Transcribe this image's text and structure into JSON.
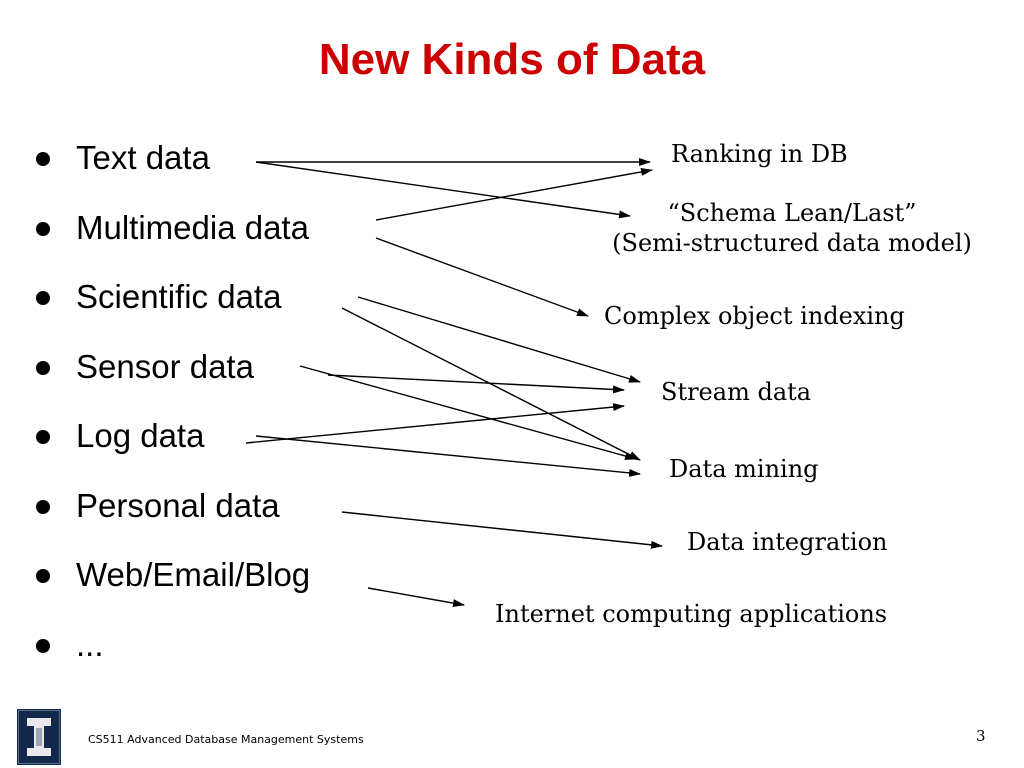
{
  "slide": {
    "title": "New Kinds of Data",
    "bullets": [
      "Text data",
      "Multimedia data",
      "Scientific data",
      "Sensor data",
      "Log data",
      "Personal data",
      "Web/Email/Blog",
      "..."
    ],
    "targets": {
      "ranking": "Ranking in DB",
      "schema_line1": "“Schema Lean/Last”",
      "schema_line2": "(Semi-structured data model)",
      "complex": "Complex object indexing",
      "stream": "Stream data",
      "mining": "Data mining",
      "integration": "Data integration",
      "internet": "Internet computing applications"
    },
    "footer": {
      "course": "CS511 Advanced Database Management Systems",
      "page_number": "3",
      "logo_icon": "university-illinois-block-i-logo"
    },
    "colors": {
      "title": "#cc0000",
      "text": "#000000",
      "logo_background": "#13294b",
      "logo_mark": "#e8e8ec"
    }
  }
}
